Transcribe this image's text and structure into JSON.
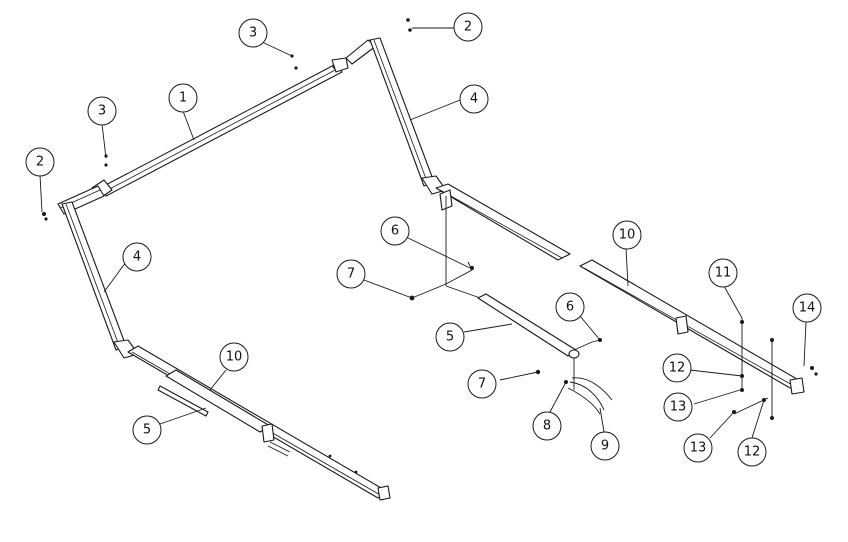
{
  "callouts": [
    {
      "id": "c-1",
      "label": "1"
    },
    {
      "id": "c-2a",
      "label": "2"
    },
    {
      "id": "c-2b",
      "label": "2"
    },
    {
      "id": "c-3a",
      "label": "3"
    },
    {
      "id": "c-3b",
      "label": "3"
    },
    {
      "id": "c-4a",
      "label": "4"
    },
    {
      "id": "c-4b",
      "label": "4"
    },
    {
      "id": "c-5a",
      "label": "5"
    },
    {
      "id": "c-5b",
      "label": "5"
    },
    {
      "id": "c-6a",
      "label": "6"
    },
    {
      "id": "c-6b",
      "label": "6"
    },
    {
      "id": "c-7a",
      "label": "7"
    },
    {
      "id": "c-7b",
      "label": "7"
    },
    {
      "id": "c-8",
      "label": "8"
    },
    {
      "id": "c-9",
      "label": "9"
    },
    {
      "id": "c-10a",
      "label": "10"
    },
    {
      "id": "c-10b",
      "label": "10"
    },
    {
      "id": "c-11",
      "label": "11"
    },
    {
      "id": "c-12a",
      "label": "12"
    },
    {
      "id": "c-12b",
      "label": "12"
    },
    {
      "id": "c-13a",
      "label": "13"
    },
    {
      "id": "c-13b",
      "label": "13"
    },
    {
      "id": "c-14",
      "label": "14"
    }
  ]
}
